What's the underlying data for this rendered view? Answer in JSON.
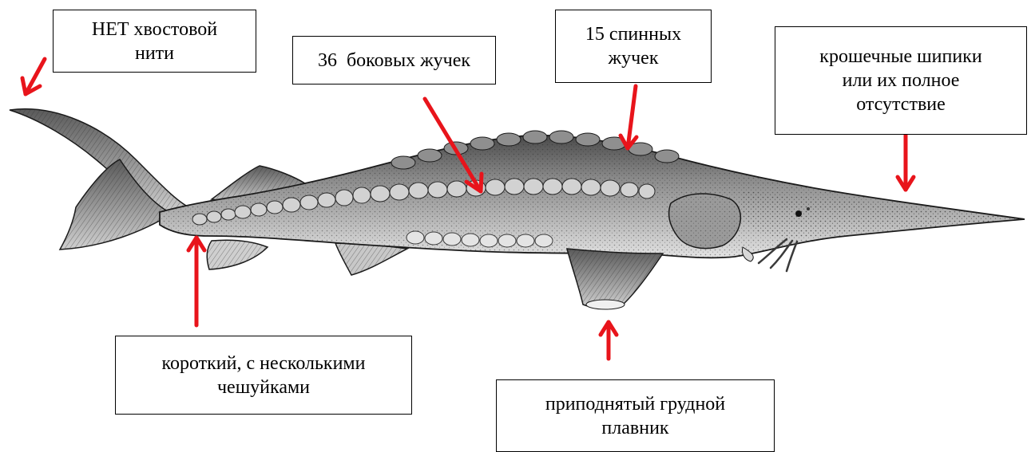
{
  "labels": {
    "tail_filament": {
      "line1": "НЕТ хвостовой",
      "line2": "нити"
    },
    "lateral_scutes": {
      "line1": "36  боковых жучек"
    },
    "dorsal_scutes": {
      "line1": "15 спинных",
      "line2": "жучек"
    },
    "head_spines": {
      "line1": "крошечные шипики",
      "line2": "или их полное",
      "line3": "отсутствие"
    },
    "caudal_peduncle": {
      "line1": "короткий, с несколькими",
      "line2": "чешуйками"
    },
    "pectoral_fin": {
      "line1": "приподнятый грудной",
      "line2": "плавник"
    }
  },
  "colors": {
    "arrow": "#e8141b",
    "outline": "#1a1a1a",
    "body_dark": "#6e6e6e",
    "body_mid": "#a4a4a4",
    "belly": "#d9d9d9",
    "scute": "#c4c4c4"
  }
}
